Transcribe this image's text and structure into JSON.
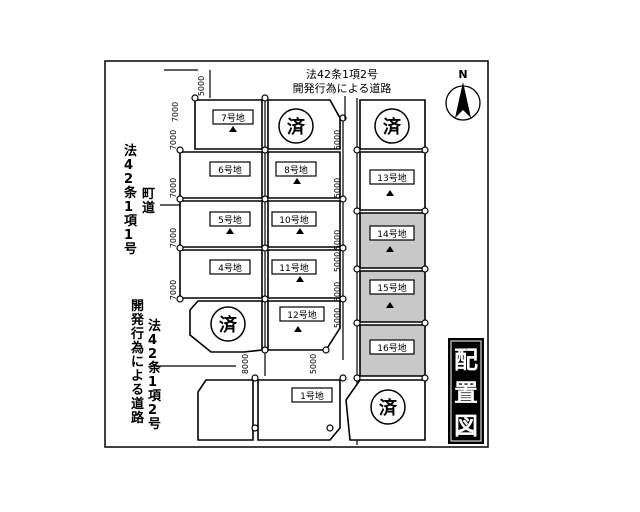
{
  "title_vertical": [
    "配",
    "置",
    "図"
  ],
  "compass_letter": "N",
  "road_label_top": [
    "法42条1項2号",
    "開発行為による道路"
  ],
  "road_label_bottom": [
    "法42条1項2号",
    "開発行為による道路"
  ],
  "road_label_left": [
    "町道",
    "法42条1項1号"
  ],
  "sold_mark": "済",
  "lots": [
    {
      "id": "7",
      "label": "7号地"
    },
    {
      "id": "6",
      "label": "6号地"
    },
    {
      "id": "5",
      "label": "5号地"
    },
    {
      "id": "4",
      "label": "4号地"
    },
    {
      "id": "8",
      "label": "8号地"
    },
    {
      "id": "10",
      "label": "10号地"
    },
    {
      "id": "11",
      "label": "11号地"
    },
    {
      "id": "12",
      "label": "12号地"
    },
    {
      "id": "13",
      "label": "13号地"
    },
    {
      "id": "14",
      "label": "14号地"
    },
    {
      "id": "15",
      "label": "15号地"
    },
    {
      "id": "16",
      "label": "16号地"
    },
    {
      "id": "1",
      "label": "1号地"
    }
  ],
  "dims": {
    "d7000": "7000",
    "d6000": "6000",
    "d5000": "5000",
    "d8000": "8000"
  }
}
